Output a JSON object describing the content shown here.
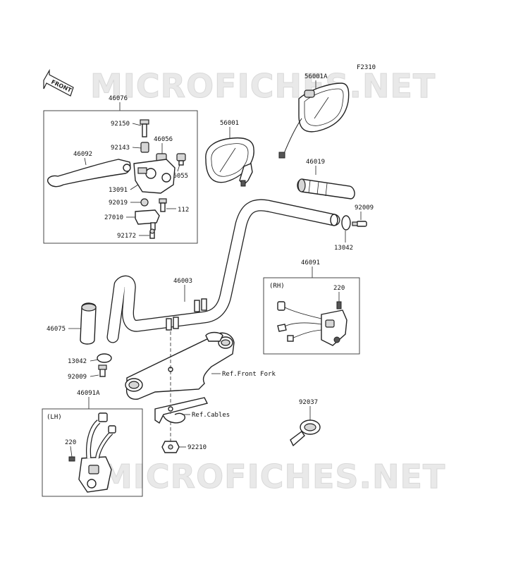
{
  "figure_code": "F2310",
  "front_label": "FRONT",
  "watermarks": [
    "MICROFICHES.NET",
    "MICROFICHES.NET"
  ],
  "parts": {
    "p46076": "46076",
    "p92150": "92150",
    "p92143": "92143",
    "p46056": "46056",
    "p46055": "46055",
    "p46092": "46092",
    "p13091": "13091",
    "p92019": "92019",
    "p112": "112",
    "p27010": "27010",
    "p92172": "92172",
    "p56001": "56001",
    "p56001A": "56001A",
    "p46019": "46019",
    "p92009a": "92009",
    "p13042a": "13042",
    "p46003": "46003",
    "p46091": "46091",
    "rh": "(RH)",
    "p220a": "220",
    "p46075": "46075",
    "p13042b": "13042",
    "p92009b": "92009",
    "ref_fork": "Ref.Front Fork",
    "p46091A": "46091A",
    "lh": "(LH)",
    "p220b": "220",
    "ref_cables": "Ref.Cables",
    "p92210": "92210",
    "p92037": "92037"
  }
}
